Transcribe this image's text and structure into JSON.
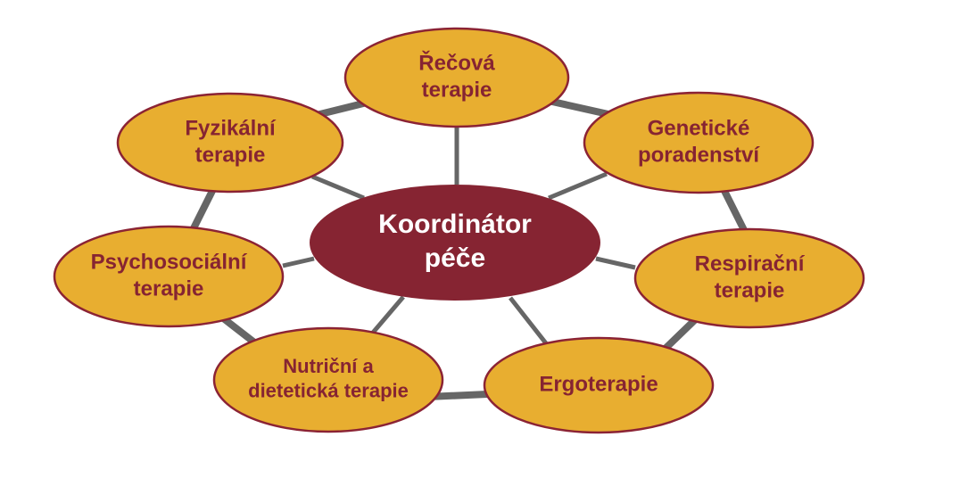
{
  "colors": {
    "center_fill": "#862432",
    "center_text": "#ffffff",
    "node_fill": "#E8AE30",
    "node_stroke": "#8B2334",
    "node_text": "#862432",
    "ring": "#666666",
    "spoke": "#666666"
  },
  "center": {
    "lines": [
      "Koordinátor",
      "péče"
    ]
  },
  "nodes": [
    {
      "id": "speech",
      "lines": [
        "Řečová",
        "terapie"
      ]
    },
    {
      "id": "genetic",
      "lines": [
        "Genetické",
        "poradenství"
      ]
    },
    {
      "id": "respiratory",
      "lines": [
        "Respirační",
        "terapie"
      ]
    },
    {
      "id": "occupational",
      "lines": [
        "Ergoterapie"
      ]
    },
    {
      "id": "nutrition",
      "lines": [
        "Nutriční a",
        "dietetická terapie"
      ]
    },
    {
      "id": "psychosocial",
      "lines": [
        "Psychosociální",
        "terapie"
      ]
    },
    {
      "id": "physical",
      "lines": [
        "Fyzikální",
        "terapie"
      ]
    }
  ]
}
